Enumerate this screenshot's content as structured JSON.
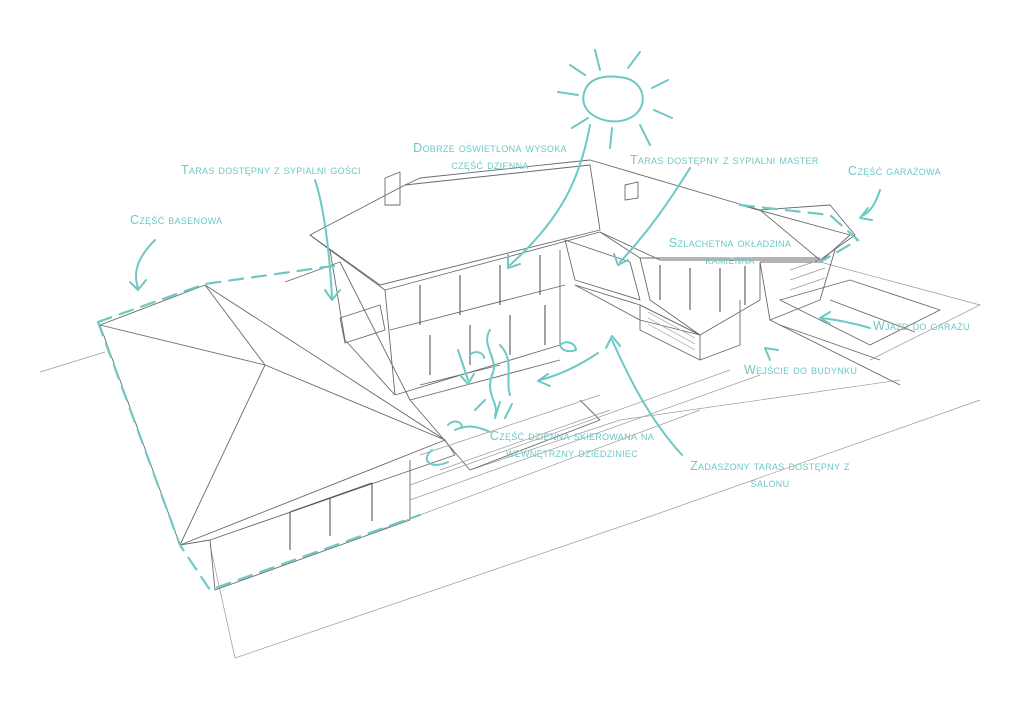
{
  "colors": {
    "accent": "#6ec8c4",
    "line": "#6a6a6a",
    "background": "#ffffff"
  },
  "labels": {
    "pool": "Część basenowa",
    "guest_terrace": "Taras dostępny z sypialni gości",
    "living_high_l1": "Dobrze oświetlona wysoka",
    "living_high_l2": "część dzienna",
    "master_terrace": "Taras dostępny z sypialni master",
    "garage_part": "Część garażowa",
    "stone_l1": "Szlachetna okładzina",
    "stone_l2": "kamienna",
    "garage_drive": "Wjazd do garażu",
    "entrance": "Wejście do budynku",
    "courtyard_l1": "Część dzienna skierowana na",
    "courtyard_l2": "wewnętrzny dziedziniec",
    "covered_l1": "Zadaszony taras dostępny z",
    "covered_l2": "salonu"
  }
}
